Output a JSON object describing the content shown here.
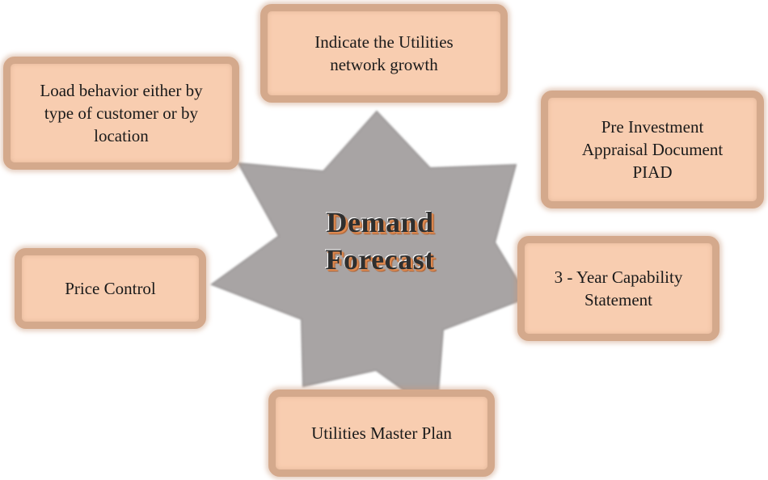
{
  "diagram": {
    "center": {
      "line1": "Demand",
      "line2": "Forecast"
    },
    "nodes": {
      "top": "Indicate the Utilities\nnetwork growth",
      "left_top": "Load behavior either by\ntype of customer or by\nlocation",
      "right_top": "Pre Investment\nAppraisal Document\nPIAD",
      "left_mid": "Price Control",
      "right_mid": "3 - Year Capability\nStatement",
      "bottom": "Utilities Master Plan"
    },
    "colors": {
      "star_fill": "#a8a4a4",
      "box_fill": "#f8cdb0",
      "box_border": "#d4a98c",
      "title_shadow": "#e08a50"
    }
  }
}
